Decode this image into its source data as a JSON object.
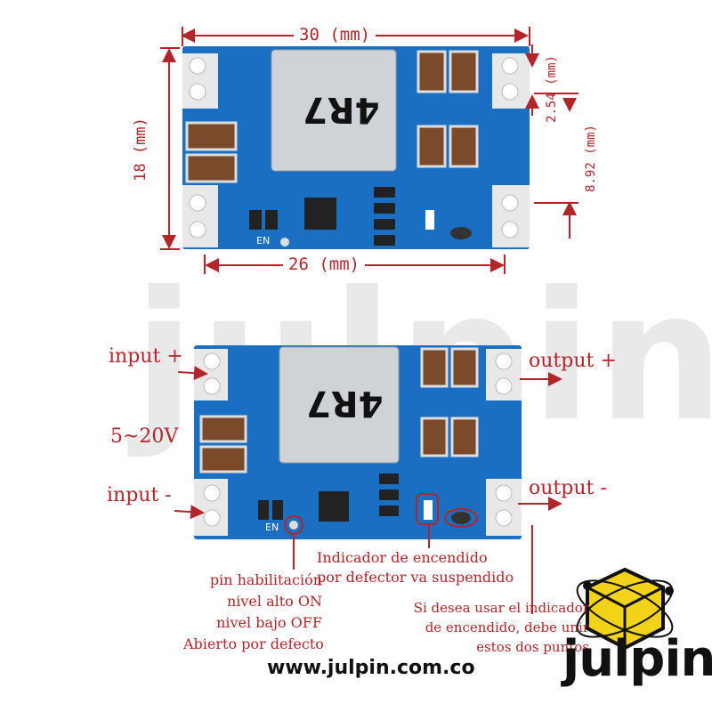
{
  "watermark": "julpin",
  "top_board": {
    "chip_label": "4R7",
    "en_label": "EN",
    "dims": {
      "width_top": "30 (mm)",
      "width_bottom": "26 (mm)",
      "height_left": "18 (mm)",
      "pitch_right": "2.54 (mm)",
      "offset_right": "8.92 (mm)"
    }
  },
  "bottom_board": {
    "chip_label": "4R7",
    "en_label": "EN",
    "labels": {
      "input_plus": "input +",
      "input_minus": "input -",
      "voltage": "5~20V",
      "output_plus": "output +",
      "output_minus": "output -"
    },
    "notes": {
      "enable": [
        "pin habilitación",
        "nivel alto ON",
        "nivel bajo OFF",
        "Abierto por defecto"
      ],
      "indicator": [
        "Indicador de encendido",
        "por defector va suspendido"
      ],
      "join": [
        "Si desea usar el indicador",
        "de encendido, debe unir",
        "estos dos puntos"
      ]
    }
  },
  "footer": {
    "url": "www.julpin.com.co",
    "brand": "julpin"
  },
  "colors": {
    "pcb": "#1a6fc2",
    "annotation": "#b0262a",
    "cube": "#f3d21a"
  }
}
